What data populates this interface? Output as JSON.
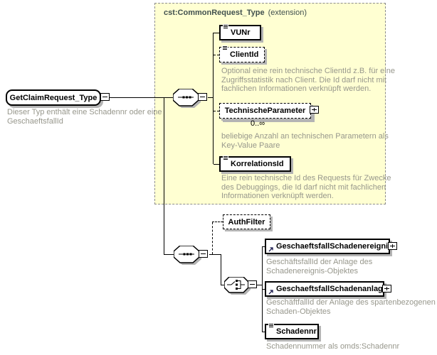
{
  "extension_block": {
    "label": "cst:CommonRequest_Type",
    "label_suffix": "(extension)"
  },
  "root_element": {
    "name": "GetClaimRequest_Type",
    "annotation": "Dieser Typ enthält eine Schadennr oder eine\nGeschaeftsfallId"
  },
  "elements": {
    "vunr": {
      "name": "VUNr"
    },
    "clientid": {
      "name": "ClientId",
      "annotation": "Optional eine rein technische ClientId z.B. für eine\nZugriffsstatistik nach Client. Die Id darf nicht mit\nfachlichen Informationen verknüpft werden."
    },
    "technischeparameter": {
      "name": "TechnischeParameter",
      "occurs": "0..∞",
      "annotation": "beliebige Anzahl an technischen Parametern als\nKey-Value Paare"
    },
    "korrelationsid": {
      "name": "KorrelationsId",
      "annotation": "Eine rein technische Id des Requests für Zwecke\ndes Debuggings, die Id darf nicht mit fachlichen\nInformationen verknüpft werden."
    },
    "authfilter": {
      "name": "AuthFilter"
    },
    "geschaeftsfallschadenereignis": {
      "name": "GeschaeftsfallSchadenereignis",
      "annotation": "GeschäftsfallId der Anlage des\nSchadenereignis-Objektes"
    },
    "geschaeftsfallschadenanlage": {
      "name": "GeschaeftsfallSchadenanlage",
      "annotation": "GeschäftfallId der Anlage des spartenbezogenen\nSchaden-Objektes"
    },
    "schadennr": {
      "name": "Schadennr",
      "annotation": "Schadennummer als omds:Schadennr"
    }
  },
  "compositors": {
    "sequence_top": "sequence",
    "sequence_bottom": "sequence",
    "choice": "choice"
  },
  "icons": {
    "collapse": "minus-box",
    "expand": "plus-box",
    "sequence": "sequence-octagon",
    "choice": "choice-octagon",
    "annotation_lines": "text-lines",
    "reference": "ne-arrow"
  },
  "colors": {
    "extension_fill": "#ffffd2",
    "annotation_text": "#97978c",
    "shadow": "#b4b4b4"
  }
}
